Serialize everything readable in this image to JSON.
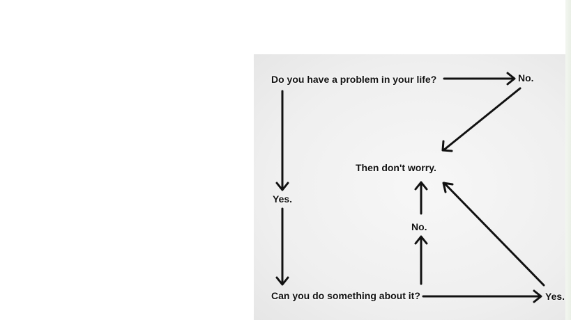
{
  "flowchart": {
    "question_problem": "Do you have a problem in your life?",
    "answer_no_top": "No.",
    "outcome_dont_worry": "Then don't worry.",
    "answer_yes_left": "Yes.",
    "answer_no_middle": "No.",
    "question_can_do": "Can you do something about it?",
    "answer_yes_bottom": "Yes."
  },
  "colors": {
    "ink": "#111111",
    "panel": "#efefef"
  }
}
